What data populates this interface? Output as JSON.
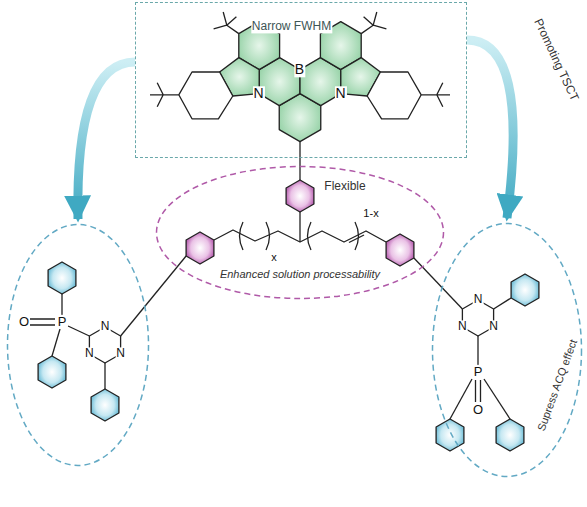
{
  "diagram": {
    "nodes": [
      {
        "text": [
          "Narrow FWHM",
          "B",
          "N",
          "N"
        ]
      },
      {
        "text": [
          "O",
          "P",
          "N",
          "N",
          "N"
        ]
      },
      {
        "text": [
          "Flexible",
          "x",
          "1-x",
          "Enhanced solution processability"
        ]
      },
      {
        "text": [
          "N",
          "N",
          "N",
          "P",
          "O",
          "Supress ACQ effect"
        ]
      }
    ],
    "edges": [
      {
        "from": 0,
        "to": 1,
        "arrow": "to"
      },
      {
        "from": 0,
        "to": 3,
        "arrow": "to",
        "label": "Promoting TSCT"
      }
    ]
  }
}
